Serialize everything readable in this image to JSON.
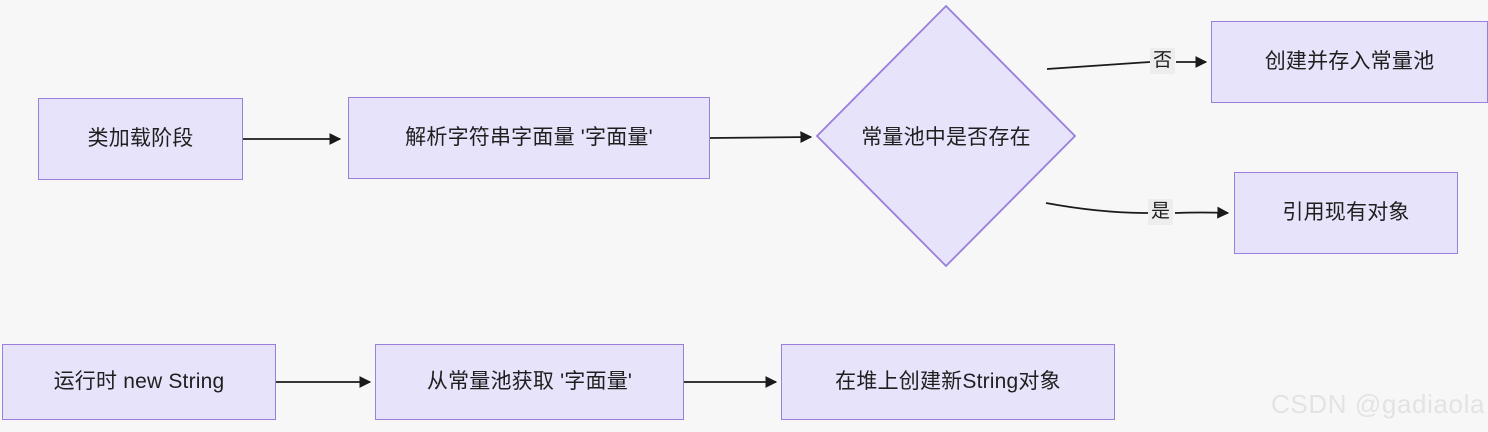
{
  "diagram": {
    "type": "flowchart",
    "background_color": "#f7f7f7",
    "node_fill_color": "#e6e3fa",
    "node_border_color": "#9a7fdc",
    "edge_color": "#1a1a1a",
    "text_color": "#1f1f1f",
    "nodes": [
      {
        "id": "class-load",
        "shape": "rect",
        "label": "类加载阶段"
      },
      {
        "id": "parse-literal",
        "shape": "rect",
        "label": "解析字符串字面量 '字面量'"
      },
      {
        "id": "pool-check",
        "shape": "diamond",
        "label": "常量池中是否存在"
      },
      {
        "id": "create-and-store",
        "shape": "rect",
        "label": "创建并存入常量池"
      },
      {
        "id": "reference-existing",
        "shape": "rect",
        "label": "引用现有对象"
      },
      {
        "id": "runtime-new-string",
        "shape": "rect",
        "label": "运行时 new String"
      },
      {
        "id": "fetch-from-pool",
        "shape": "rect",
        "label": "从常量池获取 '字面量'"
      },
      {
        "id": "create-on-heap",
        "shape": "rect",
        "label": "在堆上创建新String对象"
      }
    ],
    "edges": [
      {
        "from": "class-load",
        "to": "parse-literal",
        "label": ""
      },
      {
        "from": "parse-literal",
        "to": "pool-check",
        "label": ""
      },
      {
        "from": "pool-check",
        "to": "create-and-store",
        "label": "否"
      },
      {
        "from": "pool-check",
        "to": "reference-existing",
        "label": "是"
      },
      {
        "from": "runtime-new-string",
        "to": "fetch-from-pool",
        "label": ""
      },
      {
        "from": "fetch-from-pool",
        "to": "create-on-heap",
        "label": ""
      }
    ]
  },
  "watermark": {
    "text": "CSDN @gadiaola"
  }
}
